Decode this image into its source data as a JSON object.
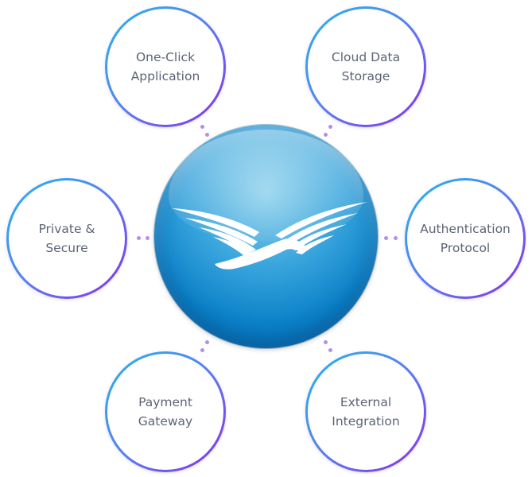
{
  "hub": {
    "logo_icon": "eagle-icon",
    "colors": {
      "top": "#8fd1ec",
      "mid": "#0a80c8",
      "bottom": "#0564a8"
    }
  },
  "features": [
    {
      "id": "one-click-application",
      "label": "One-Click\nApplication"
    },
    {
      "id": "cloud-data-storage",
      "label": "Cloud Data\nStorage"
    },
    {
      "id": "private-secure",
      "label": "Private &\nSecure"
    },
    {
      "id": "authentication-protocol",
      "label": "Authentication\nProtocol"
    },
    {
      "id": "payment-gateway",
      "label": "Payment\nGateway"
    },
    {
      "id": "external-integration",
      "label": "External\nIntegration"
    }
  ],
  "ring_gradient": [
    "#23b7ec",
    "#5a7ef0",
    "#8a2ee8"
  ],
  "connector_color": "#b58ee6"
}
